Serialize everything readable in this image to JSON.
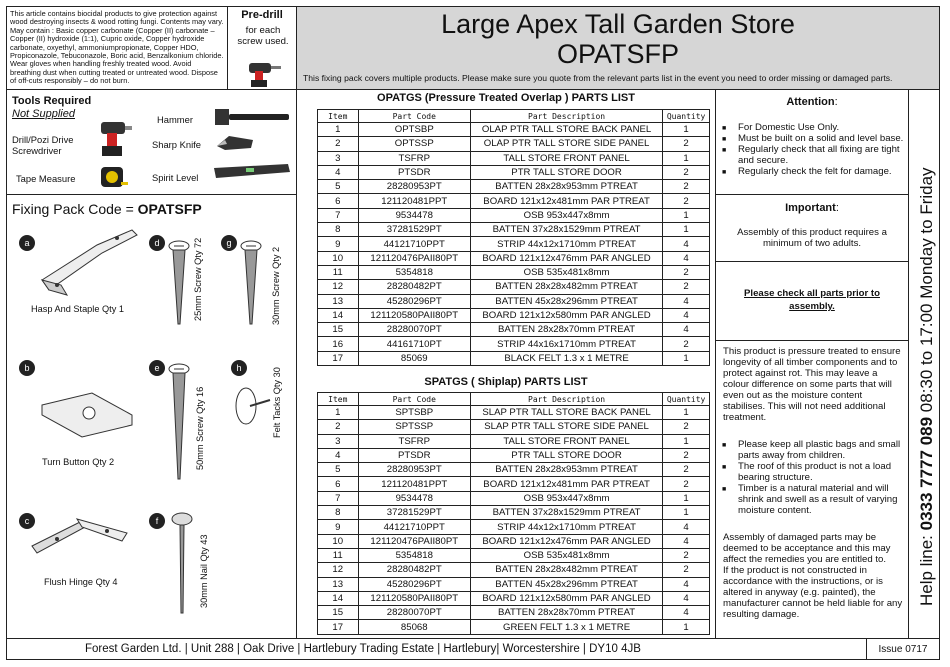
{
  "header": {
    "disclaimer": "This article contains biocidal products to give protection against wood destroying insects & wood rotting fungi. Contents may vary. May contain : Basic copper carbonate (Copper (II) carbonate – Copper (II) hydroxide (1:1), Cupric oxide, Copper hydroxide carbonate, oxyethyl, ammoniumpropionate, Copper HDO, Propiconazole, Tebuconazole, Boric acid, Benzalkonium chloride. Wear gloves when handling freshly treated wood. Avoid breathing dust when cutting treated or untreated wood. Dispose of off-cuts responsibly – do not burn.",
    "predrill_title": "Pre-drill",
    "predrill_text": "for each screw used.",
    "title": "Large Apex Tall Garden Store",
    "code": "OPATSFP",
    "notice": "This fixing pack covers multiple products. Please make sure you quote from the relevant parts list in the event you need to order missing or damaged parts."
  },
  "tools": {
    "title": "Tools Required",
    "subtitle": "Not Supplied",
    "items": [
      "Drill/Pozi Drive Screwdriver",
      "Tape Measure",
      "Hammer",
      "Sharp Knife",
      "Spirit Level"
    ]
  },
  "fixing": {
    "title_prefix": "Fixing Pack Code = ",
    "title_code": "OPATSFP",
    "items": [
      {
        "letter": "a",
        "label": "Hasp And Staple Qty 1"
      },
      {
        "letter": "b",
        "label": "Turn Button Qty 2"
      },
      {
        "letter": "c",
        "label": "Flush Hinge Qty 4"
      },
      {
        "letter": "d",
        "label": "25mm Screw Qty 72"
      },
      {
        "letter": "e",
        "label": "50mm Screw Qty 16"
      },
      {
        "letter": "f",
        "label": "30mm Nail Qty 43"
      },
      {
        "letter": "g",
        "label": "30mm Screw Qty 2"
      },
      {
        "letter": "h",
        "label": "Felt Tacks Qty 30"
      }
    ]
  },
  "table1": {
    "title": "OPATGS  (Pressure Treated Overlap ) PARTS LIST",
    "headers": [
      "Item",
      "Part Code",
      "Part Description",
      "Quantity"
    ],
    "rows": [
      [
        "1",
        "OPTSBP",
        "OLAP PTR TALL STORE BACK PANEL",
        "1"
      ],
      [
        "2",
        "OPTSSP",
        "OLAP PTR TALL STORE SIDE PANEL",
        "2"
      ],
      [
        "3",
        "TSFRP",
        "TALL STORE FRONT PANEL",
        "1"
      ],
      [
        "4",
        "PTSDR",
        "PTR TALL STORE DOOR",
        "2"
      ],
      [
        "5",
        "28280953PT",
        "BATTEN 28x28x953mm PTREAT",
        "2"
      ],
      [
        "6",
        "121120481PPT",
        "BOARD 121x12x481mm PAR PTREAT",
        "2"
      ],
      [
        "7",
        "9534478",
        "OSB 953x447x8mm",
        "1"
      ],
      [
        "8",
        "37281529PT",
        "BATTEN 37x28x1529mm PTREAT",
        "1"
      ],
      [
        "9",
        "44121710PPT",
        "STRIP 44x12x1710mm PTREAT",
        "4"
      ],
      [
        "10",
        "121120476PAII80PT",
        "BOARD 121x12x476mm PAR ANGLED",
        "4"
      ],
      [
        "11",
        "5354818",
        "OSB 535x481x8mm",
        "2"
      ],
      [
        "12",
        "28280482PT",
        "BATTEN 28x28x482mm PTREAT",
        "2"
      ],
      [
        "13",
        "45280296PT",
        "BATTEN 45x28x296mm PTREAT",
        "4"
      ],
      [
        "14",
        "121120580PAII80PT",
        "BOARD 121x12x580mm PAR ANGLED",
        "4"
      ],
      [
        "15",
        "28280070PT",
        "BATTEN 28x28x70mm PTREAT",
        "4"
      ],
      [
        "16",
        "44161710PT",
        "STRIP 44x16x1710mm PTREAT",
        "2"
      ],
      [
        "17",
        "85069",
        "BLACK FELT 1.3 x 1 METRE",
        "1"
      ]
    ]
  },
  "table2": {
    "title": "SPATGS ( Shiplap)  PARTS LIST",
    "headers": [
      "Item",
      "Part Code",
      "Part Description",
      "Quantity"
    ],
    "rows": [
      [
        "1",
        "SPTSBP",
        "SLAP PTR TALL STORE BACK PANEL",
        "1"
      ],
      [
        "2",
        "SPTSSP",
        "SLAP PTR TALL STORE SIDE PANEL",
        "2"
      ],
      [
        "3",
        "TSFRP",
        "TALL STORE FRONT PANEL",
        "1"
      ],
      [
        "4",
        "PTSDR",
        "PTR TALL STORE DOOR",
        "2"
      ],
      [
        "5",
        "28280953PT",
        "BATTEN 28x28x953mm PTREAT",
        "2"
      ],
      [
        "6",
        "121120481PPT",
        "BOARD 121x12x481mm PAR PTREAT",
        "2"
      ],
      [
        "7",
        "9534478",
        "OSB 953x447x8mm",
        "1"
      ],
      [
        "8",
        "37281529PT",
        "BATTEN 37x28x1529mm PTREAT",
        "1"
      ],
      [
        "9",
        "44121710PPT",
        "STRIP 44x12x1710mm PTREAT",
        "4"
      ],
      [
        "10",
        "121120476PAII80PT",
        "BOARD 121x12x476mm PAR ANGLED",
        "4"
      ],
      [
        "11",
        "5354818",
        "OSB 535x481x8mm",
        "2"
      ],
      [
        "12",
        "28280482PT",
        "BATTEN 28x28x482mm PTREAT",
        "2"
      ],
      [
        "13",
        "45280296PT",
        "BATTEN 45x28x296mm PTREAT",
        "4"
      ],
      [
        "14",
        "121120580PAII80PT",
        "BOARD 121x12x580mm PAR ANGLED",
        "4"
      ],
      [
        "15",
        "28280070PT",
        "BATTEN 28x28x70mm PTREAT",
        "4"
      ],
      [
        "17",
        "85068",
        "GREEN FELT 1.3 x 1 METRE",
        "1"
      ]
    ]
  },
  "attention": {
    "title": "Attention",
    "items": [
      "For Domestic Use Only.",
      "Must be built on a solid and level base.",
      "Regularly check that all fixing are tight and secure.",
      "Regularly check the felt for damage."
    ]
  },
  "important": {
    "title": "Important",
    "text": "Assembly of this product requires a minimum of two adults."
  },
  "check_parts": "Please check all parts prior to assembly.",
  "info": {
    "para1": "This product is pressure treated to ensure longevity of all timber components and to protect against rot. This may leave a colour difference on some parts that will even out as the moisture content stabilises. This will not need additional treatment.",
    "bullets": [
      "Please keep all plastic bags and small parts away from children.",
      "The roof of this product is not a load bearing structure.",
      "Timber is a natural material and will shrink and swell as a result of varying moisture content."
    ],
    "para2": "Assembly of damaged parts may be deemed to be acceptance and this may affect the remedies you are entitled to.\nIf the product is not constructed in accordance with the instructions, or is altered in anyway (e.g. painted), the manufacturer cannot be held liable for any resulting damage."
  },
  "helpline": {
    "prefix": "Help line: ",
    "number": "0333 7777 089",
    "hours": " 08:30 to 17:00 Monday to Friday"
  },
  "footer": {
    "address": "Forest Garden Ltd. | Unit 288 | Oak Drive | Hartlebury Trading Estate | Hartlebury| Worcestershire | DY10 4JB",
    "issue": "Issue 0717"
  }
}
